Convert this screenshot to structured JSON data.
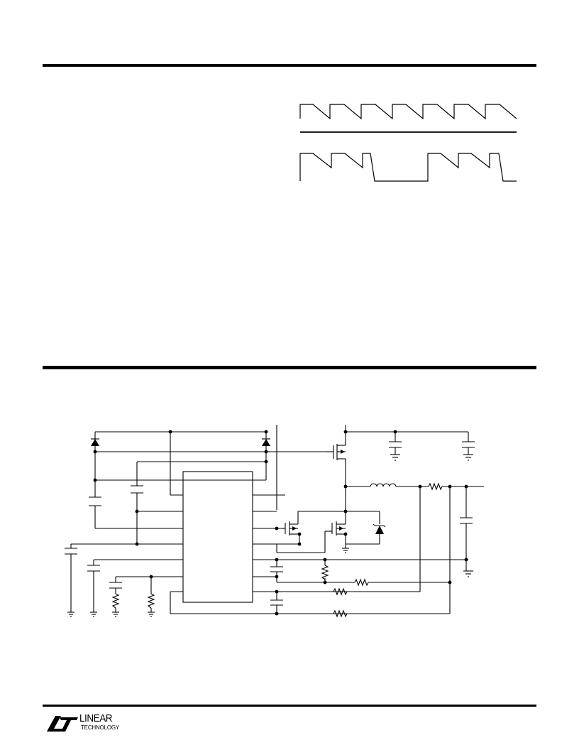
{
  "header": {
    "rule": true
  },
  "waveforms": [
    {
      "name": "continuous-sawtooth",
      "cycles": 7
    },
    {
      "name": "burst-sawtooth",
      "cycles_per_burst": 2,
      "bursts": 2
    }
  ],
  "schematic": {
    "components": [
      "diode",
      "diode",
      "p-mosfet",
      "n-mosfet",
      "n-mosfet",
      "schottky-diode",
      "inductor",
      "sense-resistor",
      "output-capacitor",
      "controller-ic"
    ]
  },
  "footer": {
    "logo": {
      "word1": "LINEAR",
      "word2": "TECHNOLOGY"
    }
  },
  "colors": {
    "ink": "#000000",
    "paper": "#ffffff"
  }
}
